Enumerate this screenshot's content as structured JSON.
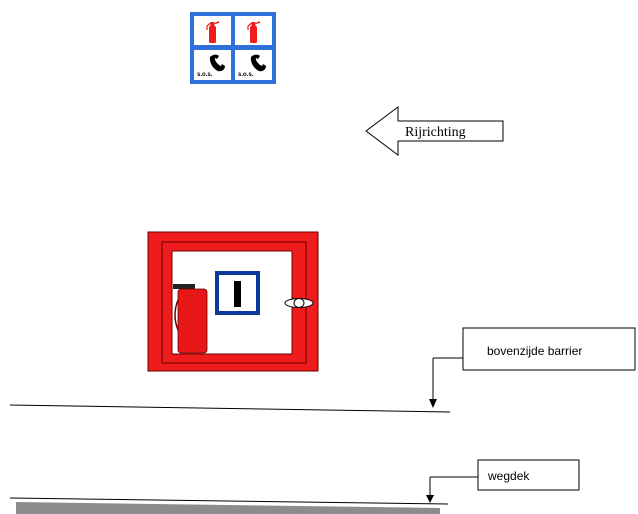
{
  "colors": {
    "sign_blue": "#2e6fd9",
    "cabinet_red": "#ee1c1c",
    "extinguisher_red": "#e81818",
    "panel_blue": "#0b3a9a",
    "roadway_gray": "#8c8c8c"
  },
  "sign": {
    "icons": [
      "fire-extinguisher-icon",
      "fire-extinguisher-icon",
      "sos-phone-icon",
      "sos-phone-icon"
    ],
    "sos_text": "s.o.s."
  },
  "direction": {
    "label": "Rijrichting",
    "arrow": "left-arrow"
  },
  "callouts": {
    "barrier_top": "bovenzijde barrier",
    "road_surface": "wegdek"
  }
}
